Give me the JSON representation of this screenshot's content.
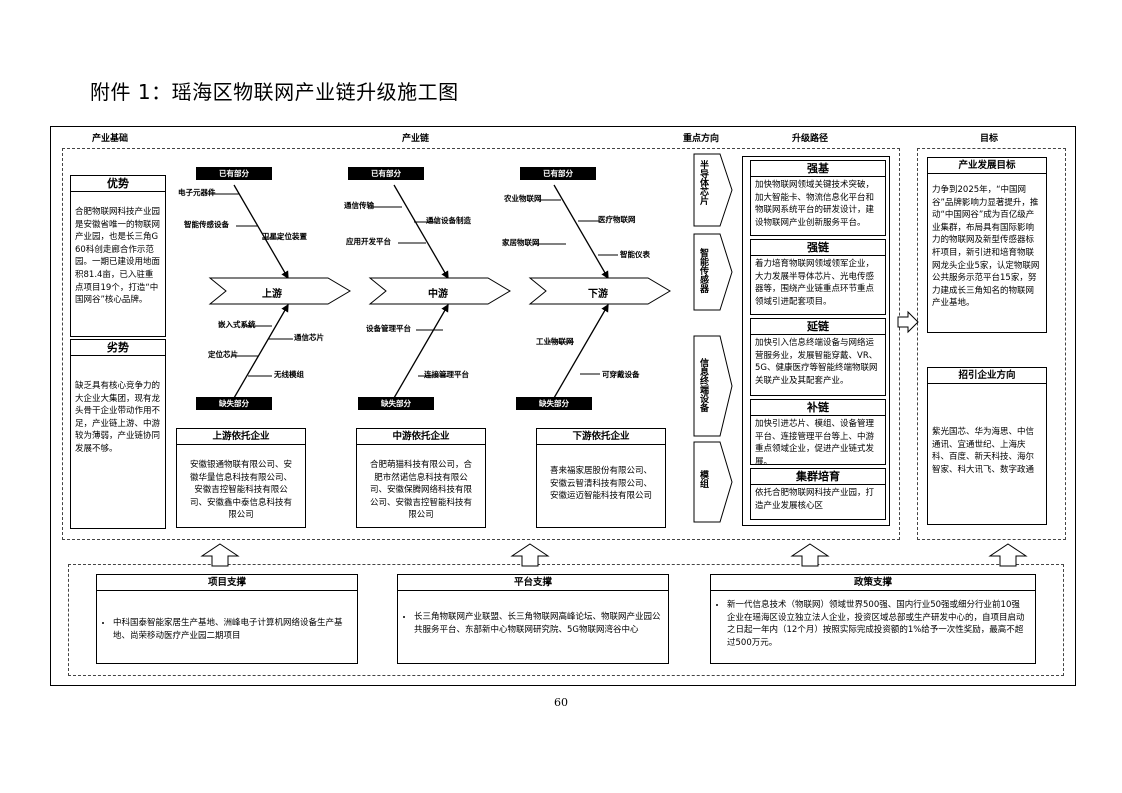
{
  "title": "附件 1：瑶海区物联网产业链升级施工图",
  "page_number": "60",
  "headers": {
    "foundation": "产业基础",
    "chain": "产业链",
    "focus": "重点方向",
    "path": "升级路径",
    "goal": "目标"
  },
  "foundation": {
    "advantage_title": "优势",
    "advantage_text": "合肥物联网科技产业园是安徽省唯一的物联网产业园，也是长三角G60科创走廊合作示范园。一期已建设用地面积81.4亩，已入驻重点项目19个，打造“中国网谷”核心品牌。",
    "weakness_title": "劣势",
    "weakness_text": "缺乏具有核心竞争力的大企业大集团，现有龙头骨干企业带动作用不足，产业链上游、中游较为薄弱，产业链协同发展不够。"
  },
  "chain": {
    "existing_tag": "已有部分",
    "missing_tag": "缺失部分",
    "upstream": {
      "label": "上游",
      "top_items": [
        "电子元器件",
        "智能传感设备",
        "卫星定位装置"
      ],
      "bottom_items": [
        "嵌入式系统",
        "通信芯片",
        "定位芯片",
        "无线模组"
      ],
      "company_title": "上游依托企业",
      "companies": "安徽银通物联有限公司、安徽华量信息科技有限公司、安徽吉控智能科技有限公司、安徽鑫中泰信息科技有限公司"
    },
    "midstream": {
      "label": "中游",
      "top_items": [
        "通信传输",
        "通信设备制造",
        "应用开发平台"
      ],
      "bottom_items": [
        "设备管理平台",
        "连接管理平台"
      ],
      "company_title": "中游依托企业",
      "companies": "合肥萌猫科技有限公司，合肥市然诺信息科技有限公司、安徽保腾网络科技有限公司、安徽吉控智能科技有限公司"
    },
    "downstream": {
      "label": "下游",
      "top_items": [
        "农业物联网",
        "医疗物联网",
        "家居物联网",
        "智能仪表"
      ],
      "bottom_items": [
        "工业物联网",
        "可穿戴设备"
      ],
      "company_title": "下游依托企业",
      "companies": "喜来福家居股份有限公司、安徽云智清科技有限公司、安徽运迈智能科技有限公司"
    }
  },
  "focus": [
    "半导体芯片",
    "智能传感器",
    "信息终端设备",
    "模组"
  ],
  "paths": [
    {
      "title": "强基",
      "text": "加快物联网领域关键技术突破，加大智能卡、物流信息化平台和物联网系统平台的研发设计，建设物联网产业创新服务平台。"
    },
    {
      "title": "强链",
      "text": "着力培育物联网领域领军企业，大力发展半导体芯片、光电传感器等，围绕产业链重点环节重点领域引进配套项目。"
    },
    {
      "title": "延链",
      "text": "加快引入信息终端设备与网络运营服务业，发展智能穿戴、VR、5G、健康医疗等智能终端物联网关联产业及其配套产业。"
    },
    {
      "title": "补链",
      "text": "加快引进芯片、模组、设备管理平台、连接管理平台等上、中游重点领域企业，促进产业链式发展。"
    },
    {
      "title": "集群培育",
      "text": "依托合肥物联网科技产业园，打造产业发展核心区"
    }
  ],
  "goals": {
    "target_title": "产业发展目标",
    "target_text": "力争到2025年，“中国网谷”品牌影响力显著提升，推动“中国网谷”成为百亿级产业集群，布局具有国际影响力的物联网及新型传感器标杆项目，新引进和培育物联网龙头企业5家，认定物联网公共服务示范平台15家，努力建成长三角知名的物联网产业基地。",
    "invest_title": "招引企业方向",
    "invest_text": "紫光国芯、华为海思、中信通讯、宜通世纪、上海庆科、百度、新天科技、海尔智家、科大讯飞、数字政通"
  },
  "support": [
    {
      "title": "项目支撑",
      "text": "中科国泰智能家居生产基地、洲峰电子计算机网络设备生产基地、尚荣移动医疗产业园二期项目"
    },
    {
      "title": "平台支撑",
      "text": "长三角物联网产业联盟、长三角物联网高峰论坛、物联网产业园公共服务平台、东部新中心物联网研究院、5G物联网湾谷中心"
    },
    {
      "title": "政策支撑",
      "text": "新一代信息技术（物联网）领域世界500强、国内行业50强或细分行业前10强企业在瑶海区设立独立法人企业，投资区域总部或生产研发中心的，自项目启动之日起一年内（12个月）按照实际完成投资额的1%给予一次性奖励，最高不超过500万元。"
    }
  ]
}
